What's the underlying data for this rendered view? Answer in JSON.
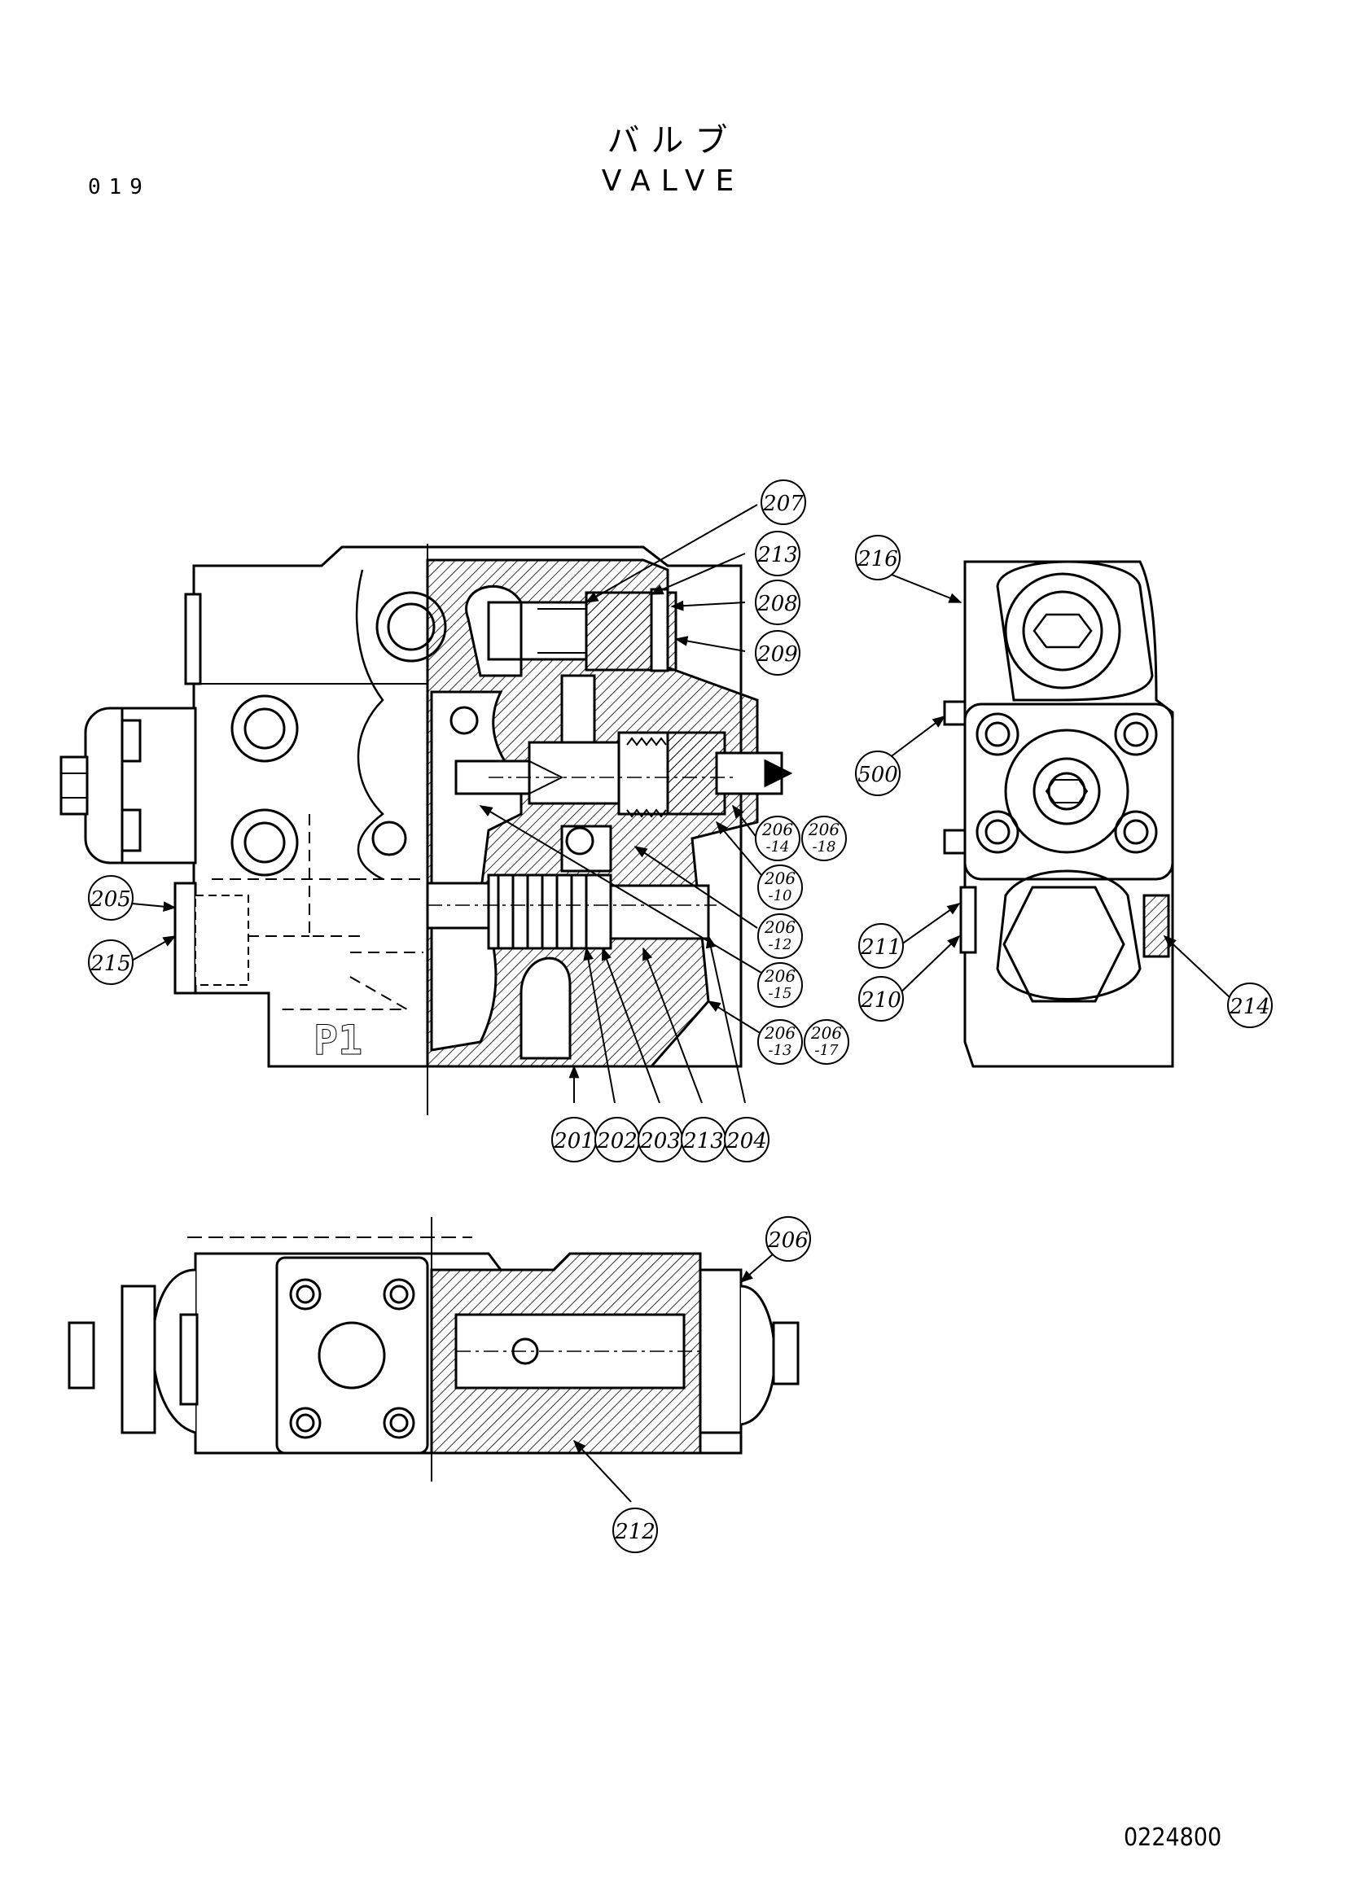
{
  "header": {
    "page_number": "019",
    "title_japanese": "バルブ",
    "title_english": "VALVE"
  },
  "footer": {
    "document_code": "0224800"
  },
  "port_label": "P1",
  "callouts": [
    {
      "id": "c207",
      "label": "207"
    },
    {
      "id": "c213a",
      "label": "213"
    },
    {
      "id": "c208",
      "label": "208"
    },
    {
      "id": "c209",
      "label": "209"
    },
    {
      "id": "c216",
      "label": "216"
    },
    {
      "id": "c500",
      "label": "500"
    },
    {
      "id": "c206-14",
      "label": "206",
      "sub": "-14"
    },
    {
      "id": "c206-18",
      "label": "206",
      "sub": "-18"
    },
    {
      "id": "c206-10",
      "label": "206",
      "sub": "-10"
    },
    {
      "id": "c206-12",
      "label": "206",
      "sub": "-12"
    },
    {
      "id": "c206-15",
      "label": "206",
      "sub": "-15"
    },
    {
      "id": "c206-13",
      "label": "206",
      "sub": "-13"
    },
    {
      "id": "c206-17",
      "label": "206",
      "sub": "-17"
    },
    {
      "id": "c205",
      "label": "205"
    },
    {
      "id": "c215",
      "label": "215"
    },
    {
      "id": "c211",
      "label": "211"
    },
    {
      "id": "c210",
      "label": "210"
    },
    {
      "id": "c214",
      "label": "214"
    },
    {
      "id": "c201",
      "label": "201"
    },
    {
      "id": "c202",
      "label": "202"
    },
    {
      "id": "c203",
      "label": "203"
    },
    {
      "id": "c213b",
      "label": "213"
    },
    {
      "id": "c204",
      "label": "204"
    },
    {
      "id": "c206",
      "label": "206"
    },
    {
      "id": "c212",
      "label": "212"
    }
  ]
}
